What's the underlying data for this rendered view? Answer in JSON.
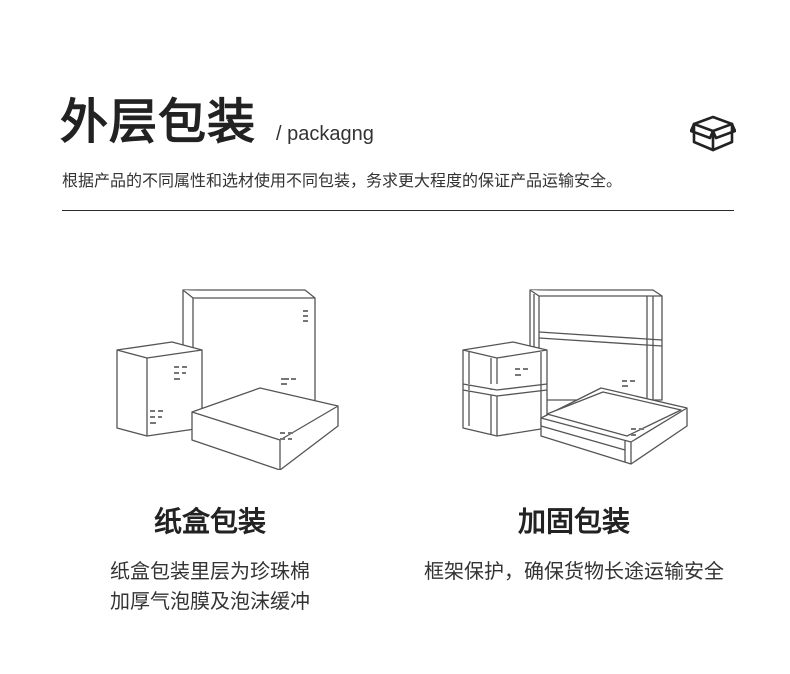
{
  "header": {
    "title": "外层包装",
    "subtitle": "/ packagng",
    "icon": "open-box-icon"
  },
  "intro": "根据产品的不同属性和选材使用不同包装，务求更大程度的保证产品运输安全。",
  "cards": [
    {
      "title": "纸盒包装",
      "desc_lines": [
        "纸盒包装里层为珍珠棉",
        "加厚气泡膜及泡沫缓冲"
      ],
      "illustration": "carton-boxes-illustration"
    },
    {
      "title": "加固包装",
      "desc_lines": [
        "框架保护，确保货物长途运输安全"
      ],
      "illustration": "reinforced-crates-illustration"
    }
  ],
  "colors": {
    "text": "#222222",
    "line": "#555555",
    "background": "#ffffff"
  }
}
